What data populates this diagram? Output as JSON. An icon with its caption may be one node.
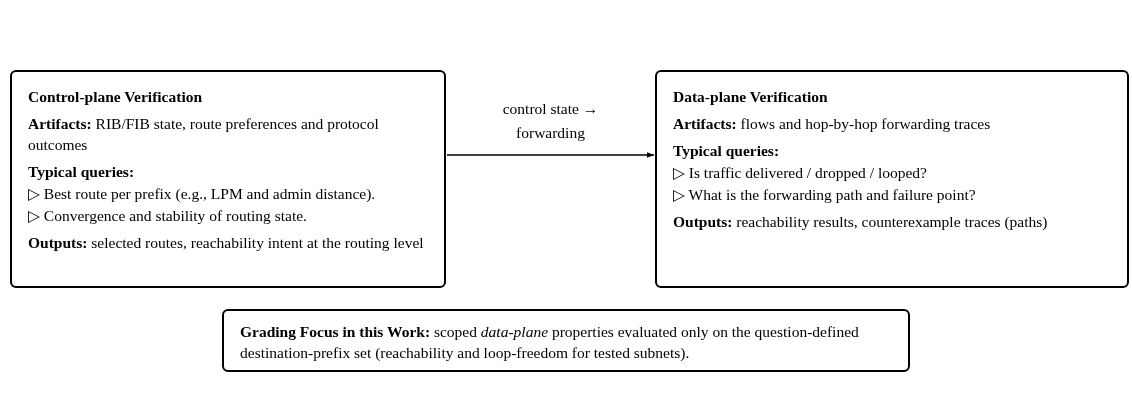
{
  "diagram": {
    "nodes": [
      {
        "text": [
          "Control-plane Verification",
          "**Artifacts:** RIB/FIB state, route preferences and protocol outcomes",
          "Typical queries:",
          "▷ Best route per prefix (e.g., LPM and admin distance).",
          "▷ Convergence and stability of routing state.",
          "**Outputs:** selected routes, reachability intent at the routing level"
        ]
      },
      {
        "text": [
          "Data-plane Verification",
          "**Artifacts:** flows and hop-by-hop forwarding traces",
          "Typical queries:",
          "▷ Is traffic delivered / dropped / looped?",
          "▷ What is the forwarding path and failure point?",
          "**Outputs:** reachability results, counterexample traces (paths)"
        ]
      },
      {
        "text": [
          "**Grading Focus in this Work:** scoped *data-plane* properties evaluated only on the question-defined destination-prefix set (reachability and loop-freedom for tested subnets)."
        ]
      }
    ],
    "edges": [
      {
        "from": 0,
        "to": 1,
        "arrow": "to",
        "label": "control state → forwarding"
      }
    ]
  }
}
